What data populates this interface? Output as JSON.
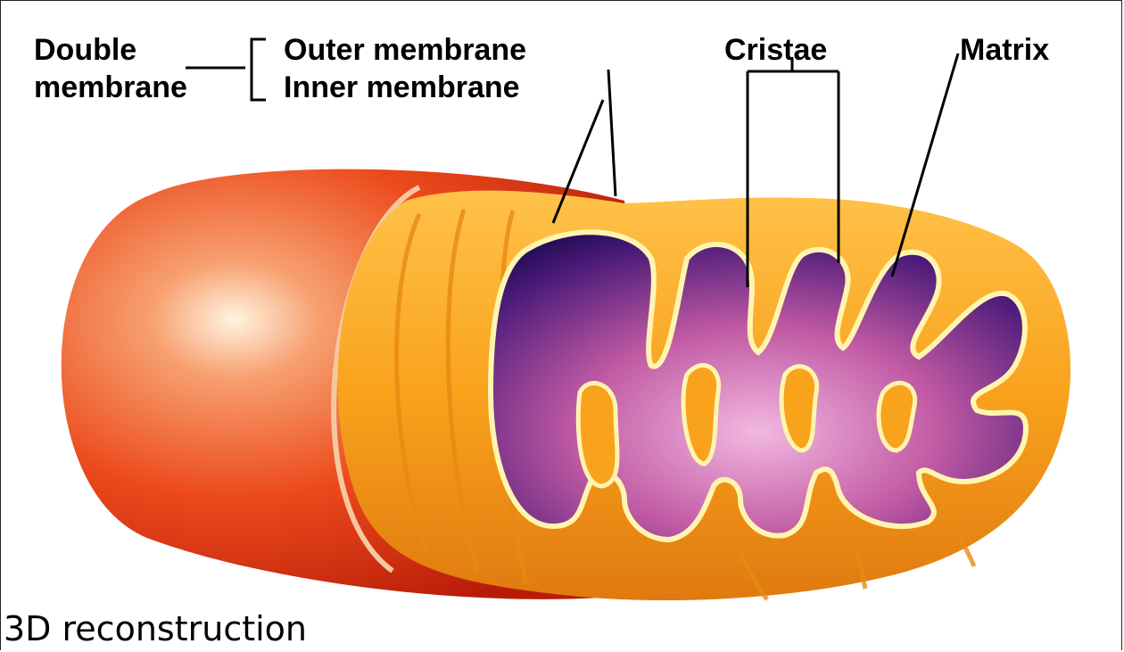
{
  "labels": {
    "double_membrane_line1": "Double",
    "double_membrane_line2": "membrane",
    "outer_membrane": "Outer membrane",
    "inner_membrane": "Inner membrane",
    "cristae": "Cristae",
    "matrix": "Matrix"
  },
  "caption": "3D reconstruction",
  "colors": {
    "outer_membrane": "#e8401a",
    "inner_membrane": "#f5a31a",
    "matrix": "#c05aa0",
    "matrix_dark": "#2a1060"
  }
}
